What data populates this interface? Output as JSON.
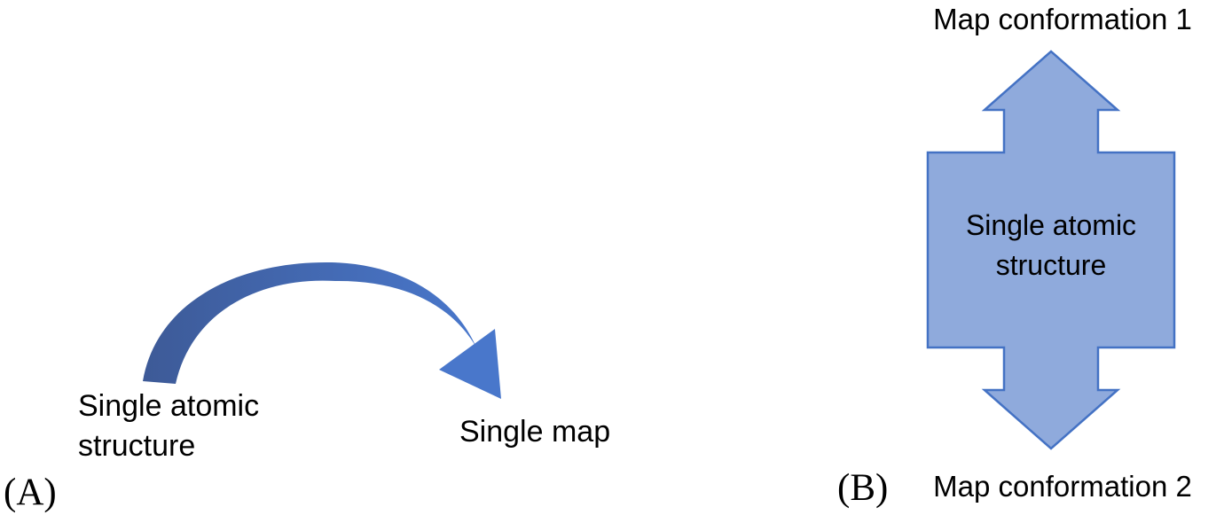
{
  "figure": {
    "background": "#FFFFFF"
  },
  "panel_a": {
    "label": "(A)",
    "source": {
      "line1": "Single atomic",
      "line2": "structure"
    },
    "target": "Single map",
    "arrow": {
      "color_start": "#3D5A97",
      "color_end": "#4977CB"
    }
  },
  "panel_b": {
    "label": "(B)",
    "top_label": "Map conformation 1",
    "bottom_label": "Map conformation 2",
    "box": {
      "line1": "Single atomic",
      "line2": "structure"
    },
    "shape": {
      "fill": "#8FAADC",
      "stroke": "#4472C4"
    }
  }
}
